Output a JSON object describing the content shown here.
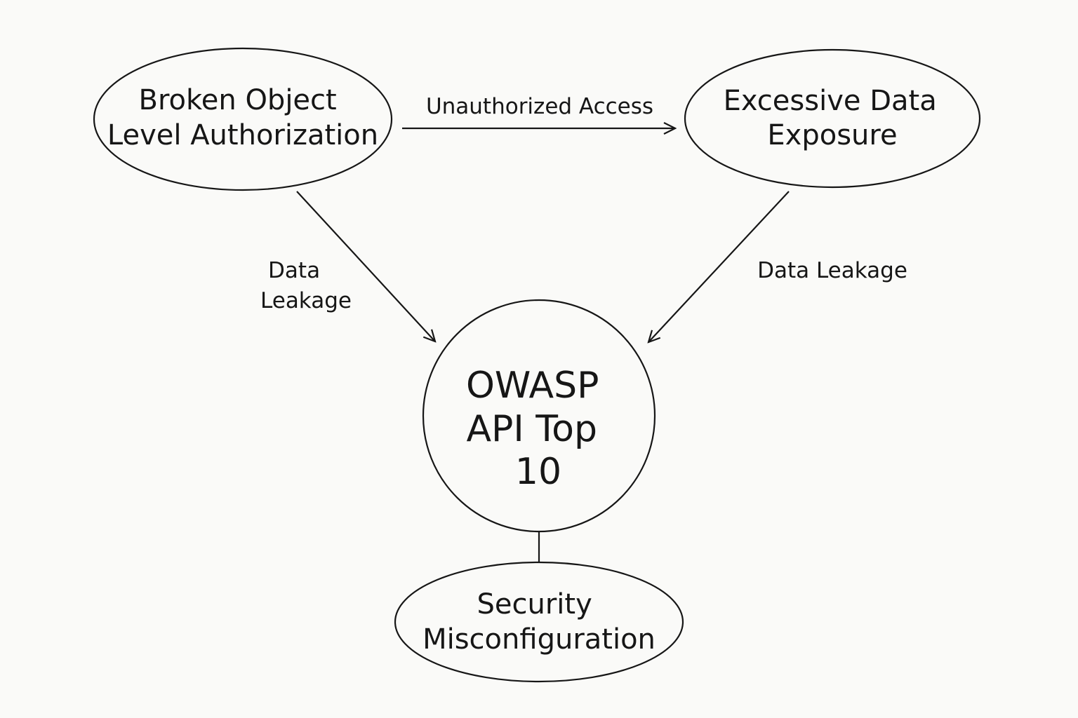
{
  "diagram": {
    "nodes": {
      "bola": {
        "lines": [
          "Broken Object",
          "Level Authorization"
        ]
      },
      "excessive": {
        "lines": [
          "Excessive Data",
          "Exposure"
        ]
      },
      "owasp": {
        "lines": [
          "OWASP",
          "API Top",
          "10"
        ]
      },
      "security": {
        "lines": [
          "Security",
          "Misconfiguration"
        ]
      }
    },
    "edges": {
      "bola_to_excessive": {
        "label": "Unauthorized Access"
      },
      "bola_to_owasp": {
        "label_lines": [
          "Data",
          "Leakage"
        ]
      },
      "excessive_to_owasp": {
        "label": "Data Leakage"
      }
    },
    "colors": {
      "stroke": "#161616",
      "background": "#fafaf8"
    }
  }
}
